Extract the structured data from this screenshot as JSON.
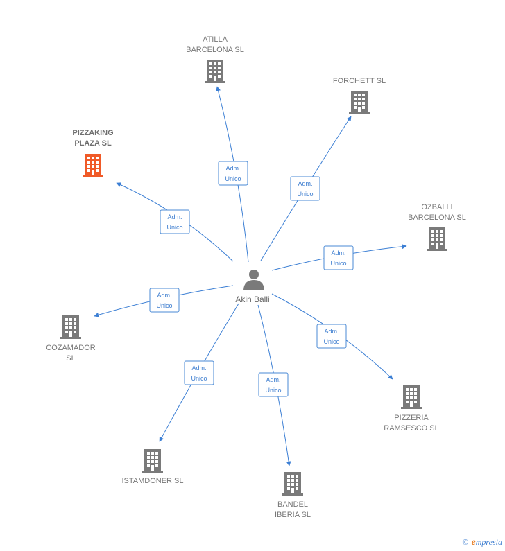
{
  "center": {
    "name": "Akin Balli",
    "icon": "person-icon"
  },
  "relation_label_line1": "Adm.",
  "relation_label_line2": "Unico",
  "companies": [
    {
      "id": "atilla",
      "lines": [
        "ATILLA",
        "BARCELONA SL"
      ],
      "highlight": false
    },
    {
      "id": "forchett",
      "lines": [
        "FORCHETT  SL"
      ],
      "highlight": false
    },
    {
      "id": "pizzaking",
      "lines": [
        "PIZZAKING",
        "PLAZA  SL"
      ],
      "highlight": true
    },
    {
      "id": "ozballi",
      "lines": [
        "OZBALLI",
        "BARCELONA SL"
      ],
      "highlight": false
    },
    {
      "id": "cozamador",
      "lines": [
        "COZAMADOR",
        "SL"
      ],
      "highlight": false
    },
    {
      "id": "pizzeria",
      "lines": [
        "PIZZERIA",
        "RAMSESCO  SL"
      ],
      "highlight": false
    },
    {
      "id": "istamdoner",
      "lines": [
        "ISTAMDONER SL"
      ],
      "highlight": false
    },
    {
      "id": "bandel",
      "lines": [
        "BANDEL",
        "IBERIA SL"
      ],
      "highlight": false
    }
  ],
  "colors": {
    "edge": "#3c7fd4",
    "building": "#7a7a7a",
    "building_highlight": "#f05a28",
    "person": "#7a7a7a"
  },
  "footer": {
    "copyright": "©",
    "brand_initial": "e",
    "brand_rest": "mpresia"
  }
}
